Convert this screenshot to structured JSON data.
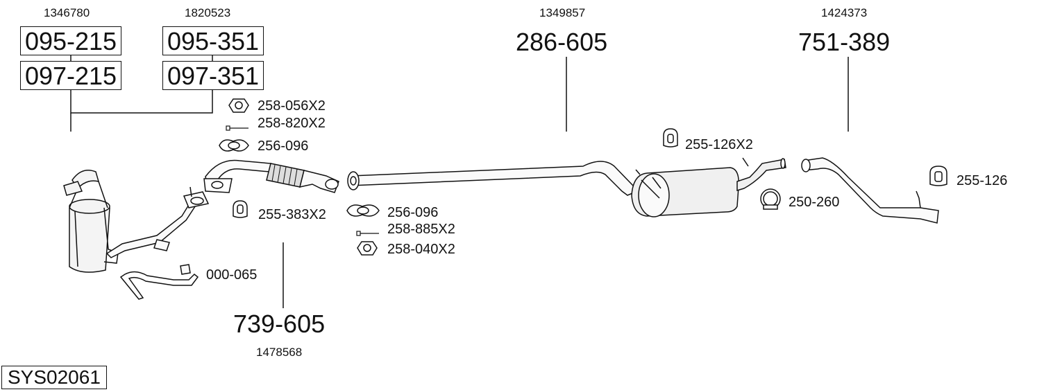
{
  "system_code": "SYS02061",
  "parts": {
    "cat_a": {
      "ref": "1346780",
      "code_top": "095-215",
      "code_bottom": "097-215"
    },
    "cat_b": {
      "ref": "1820523",
      "code_top": "095-351",
      "code_bottom": "097-351"
    },
    "front_pipe": {
      "ref": "1478568",
      "code": "739-605"
    },
    "middle_silencer": {
      "ref": "1349857",
      "code": "286-605"
    },
    "rear_pipe": {
      "ref": "1424373",
      "code": "751-389"
    }
  },
  "accessories": {
    "nut_front": "258-056X2",
    "bolt_front": "258-820X2",
    "gasket_front": "256-096",
    "rubber_front": "255-383X2",
    "gasket_mid": "256-096",
    "bolt_mid": "258-885X2",
    "nut_mid": "258-040X2",
    "sensor_pipe": "000-065",
    "rubber_mid": "255-126X2",
    "clamp": "250-260",
    "rubber_rear": "255-126"
  }
}
